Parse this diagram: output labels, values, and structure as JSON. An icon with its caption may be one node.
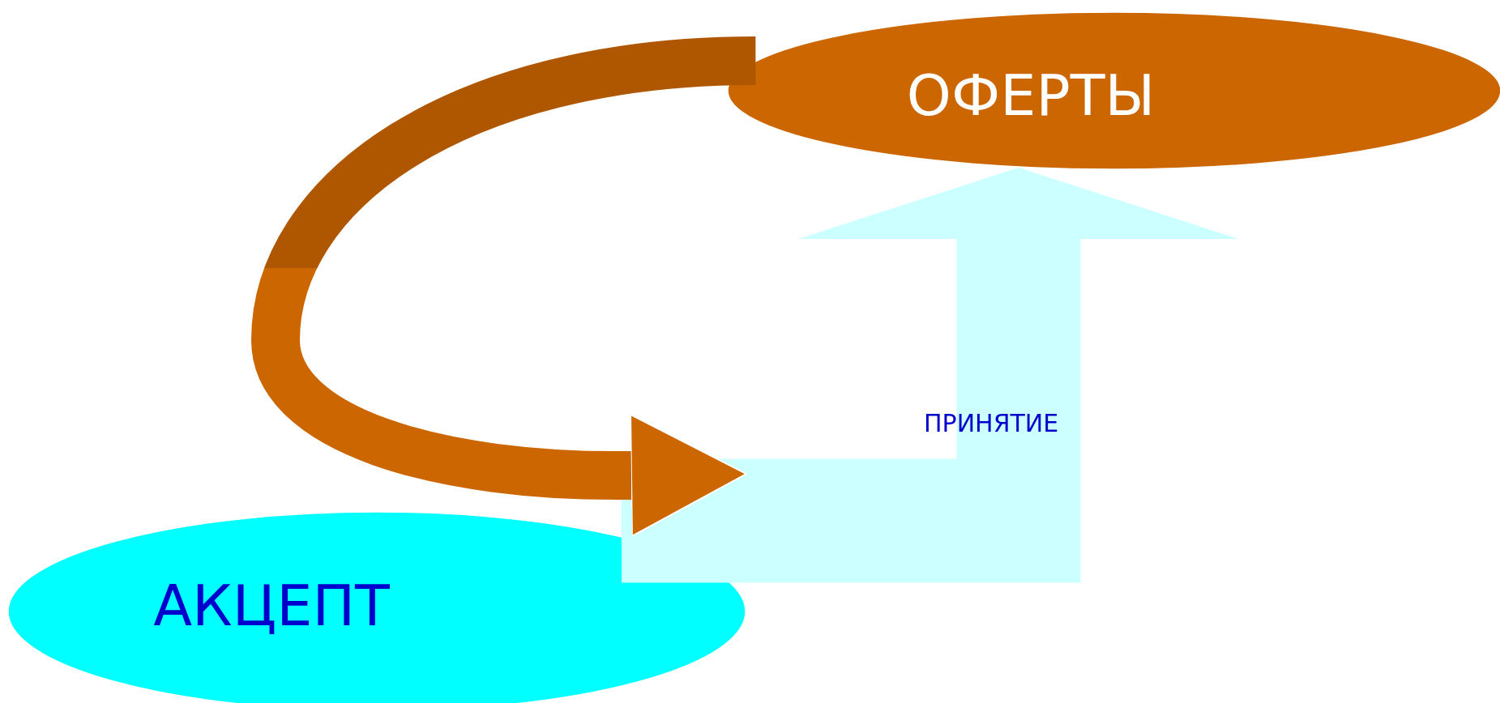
{
  "diagram": {
    "nodes": [
      {
        "text": [
          "ОФЕРТЫ"
        ]
      },
      {
        "text": [
          "АКЦЕПТ"
        ]
      }
    ],
    "edges": [
      {
        "from": 0,
        "to": 1,
        "arrow": "to",
        "color": "#cc6600"
      },
      {
        "from": 1,
        "to": 0,
        "arrow": "to",
        "color": "#ccffff",
        "label": "ПРИНЯТИЕ"
      }
    ]
  }
}
